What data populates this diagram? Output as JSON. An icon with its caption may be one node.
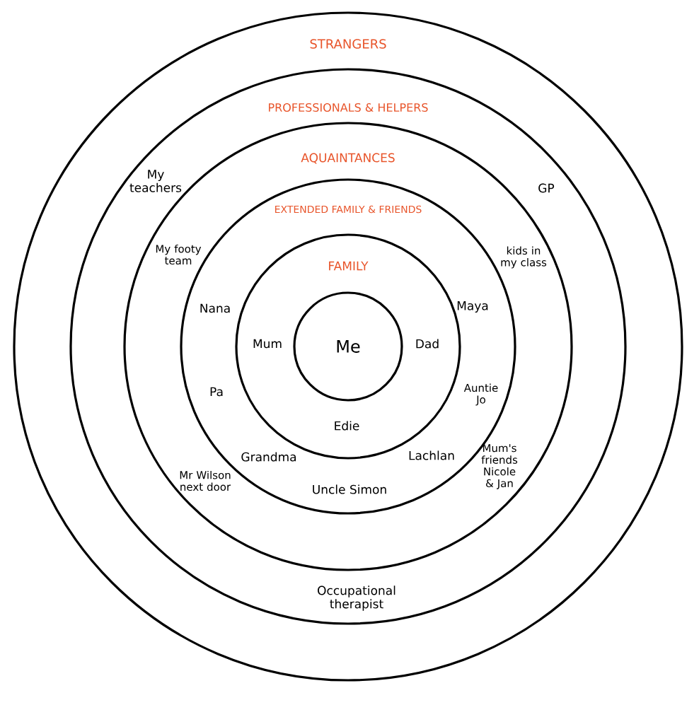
{
  "diagram": {
    "nodes": [
      {
        "text": [
          "STRANGERS"
        ]
      },
      {
        "text": [
          "PROFESSIONALS & HELPERS"
        ],
        "in": 0
      },
      {
        "text": [
          "AQUAINTANCES"
        ],
        "in": 1
      },
      {
        "text": [
          "EXTENDED FAMILY & FRIENDS"
        ],
        "in": 2
      },
      {
        "text": [
          "FAMILY"
        ],
        "in": 3
      },
      {
        "text": [
          "Me"
        ],
        "in": 4
      }
    ],
    "labels": [
      "My teachers",
      "GP",
      "My footy team",
      "kids in my class",
      "Nana",
      "Mum",
      "Dad",
      "Maya",
      "Pa",
      "Auntie Jo",
      "Edie",
      "Mr Wilson next door",
      "Grandma",
      "Lachlan",
      "Mum's friends Nicole & Jan",
      "Uncle Simon",
      "Occupational therapist"
    ]
  }
}
